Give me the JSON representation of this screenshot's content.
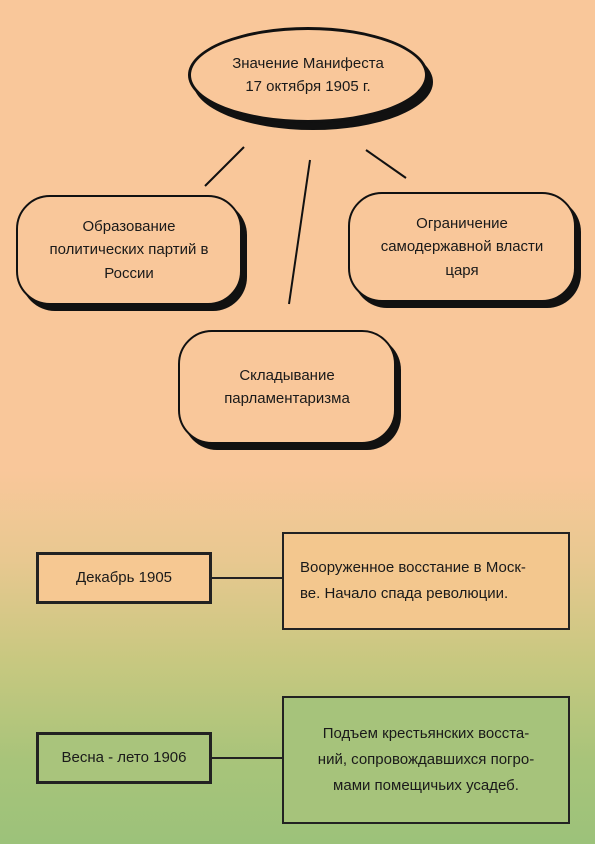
{
  "central": {
    "title": "Значение Манифеста\n17 октября 1905 г."
  },
  "consequences": [
    {
      "label": "Образование\nполитических партий в\nРоссии"
    },
    {
      "label": "Ограничение\nсамодержавной власти\nцаря"
    },
    {
      "label": "Складывание\nпарламентаризма"
    }
  ],
  "timeline": [
    {
      "date": "Декабрь 1905",
      "event": "Вооруженное восстание в Моск-\nве. Начало спада революции."
    },
    {
      "date": "Весна - лето 1906",
      "event": "Подъем крестьянских восста-\nний, сопровождавшихся погро-\nмами помещичьих усадеб."
    }
  ]
}
